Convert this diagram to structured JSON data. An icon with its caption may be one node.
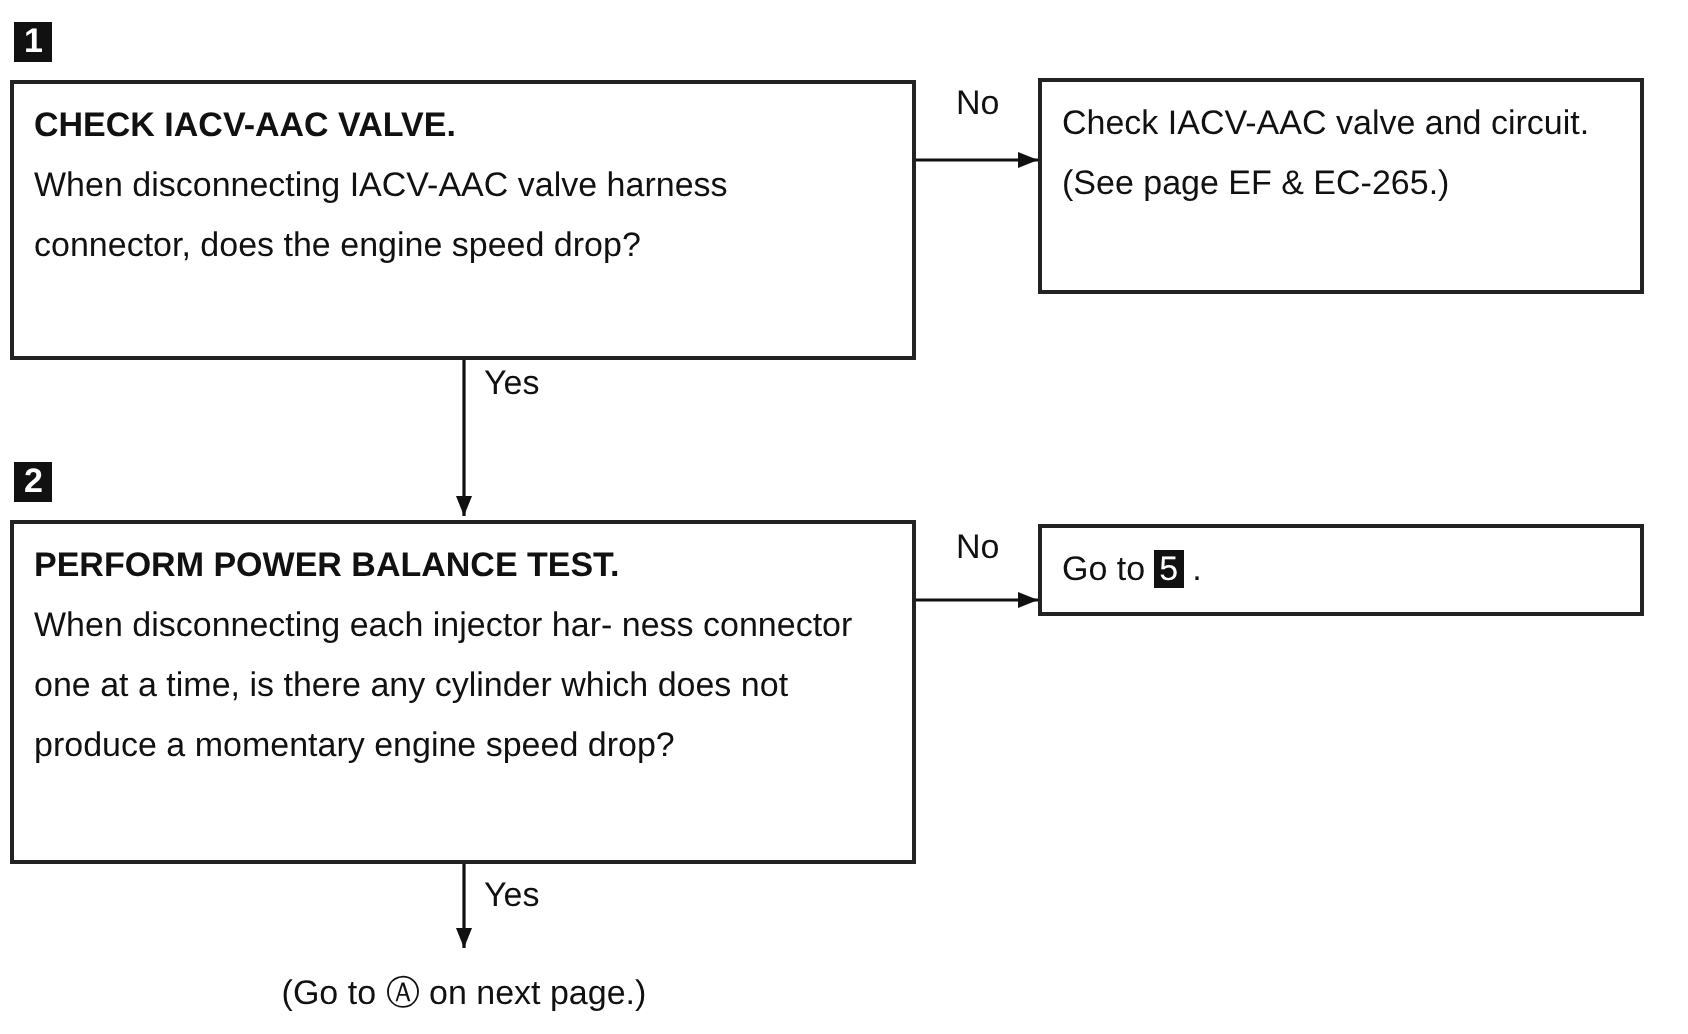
{
  "diagram": {
    "nodes": [
      {
        "text": [
          "CHECK IACV-AAC VALVE.",
          "When disconnecting IACV-AAC valve harness connector, does the engine speed drop?"
        ],
        "beside": [
          "1"
        ]
      },
      {
        "text": [
          "Check IACV-AAC valve and circuit. (See page EF & EC-265.)"
        ]
      },
      {
        "text": [
          "PERFORM POWER BALANCE TEST.",
          "When disconnecting each injector har- ness connector one at a time, is there any cylinder which does not produce a momentary engine speed drop?"
        ],
        "beside": [
          "2"
        ]
      },
      {
        "text": [
          "Go to",
          "5",
          "."
        ]
      },
      {
        "text": [
          "(Go to Ⓐ on next page.)"
        ]
      }
    ],
    "edges": [
      {
        "from": 0,
        "to": 1,
        "arrow": "to",
        "label": "No"
      },
      {
        "from": 0,
        "to": 2,
        "arrow": "to",
        "label": "Yes"
      },
      {
        "from": 2,
        "to": 3,
        "arrow": "to",
        "label": "No"
      },
      {
        "from": 2,
        "to": 4,
        "arrow": "to",
        "label": "Yes"
      }
    ]
  }
}
